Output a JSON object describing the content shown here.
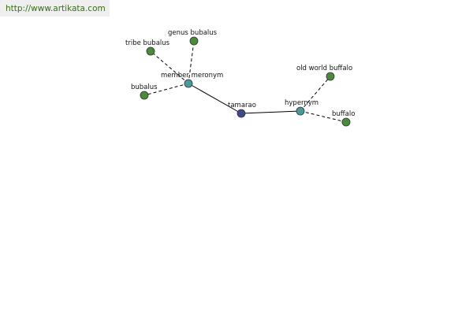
{
  "header": {
    "url": "http://www.artikata.com"
  },
  "colors": {
    "center": "#3a4a8a",
    "relation": "#4a9a9a",
    "leaf": "#4a8a3a"
  },
  "graph": {
    "center": {
      "id": "tamarao",
      "label": "tamarao"
    },
    "relations": [
      {
        "id": "member-meronym",
        "label": "member meronym"
      },
      {
        "id": "hypernym",
        "label": "hypernym"
      }
    ],
    "leaves": [
      {
        "id": "tribe-bubalus",
        "label": "tribe bubalus",
        "parent": "member-meronym"
      },
      {
        "id": "genus-bubalus",
        "label": "genus bubalus",
        "parent": "member-meronym"
      },
      {
        "id": "bubalus",
        "label": "bubalus",
        "parent": "member-meronym"
      },
      {
        "id": "old-world-buffalo",
        "label": "old world buffalo",
        "parent": "hypernym"
      },
      {
        "id": "buffalo",
        "label": "buffalo",
        "parent": "hypernym"
      }
    ]
  }
}
